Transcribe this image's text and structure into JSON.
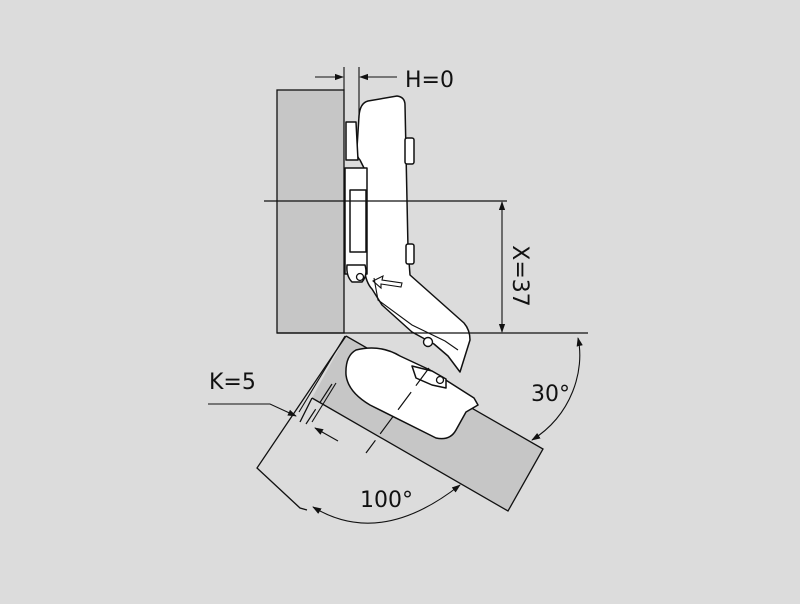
{
  "labels": {
    "h": "H=0",
    "x": "X=37",
    "k": "K=5",
    "angle_open": "100°",
    "angle_mount": "30°"
  },
  "colors": {
    "background": "#dcdcdc",
    "panel": "#c6c6c6",
    "hinge": "#ffffff",
    "ink": "#111111"
  }
}
